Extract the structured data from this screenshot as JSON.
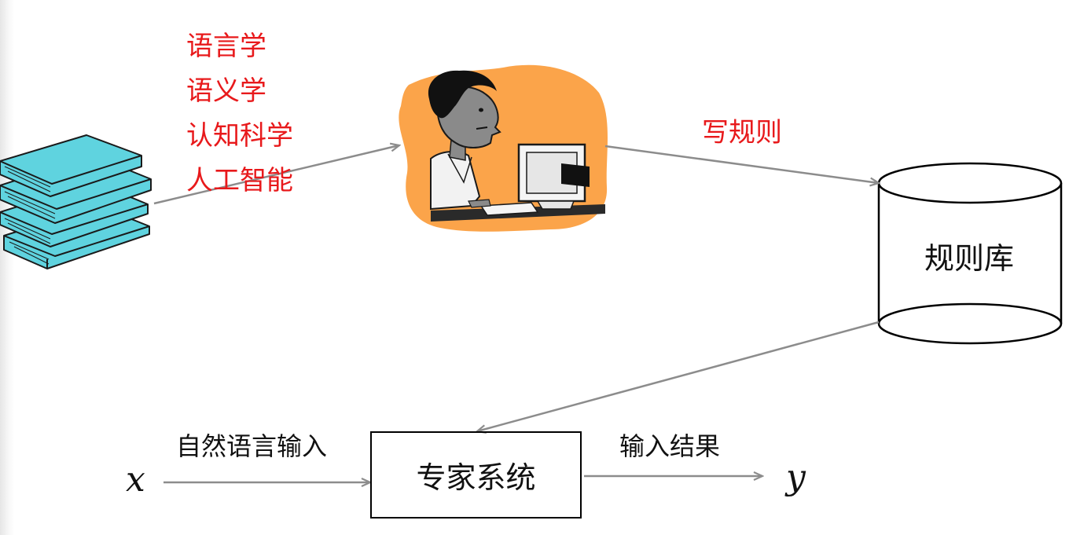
{
  "knowledge_fields": [
    "语言学",
    "语义学",
    "认知科学",
    "人工智能"
  ],
  "write_rules_label": "写规则",
  "rule_base_label": "规则库",
  "expert_system_label": "专家系统",
  "input_label": "自然语言输入",
  "output_label": "输入结果",
  "input_var": "x",
  "output_var": "y",
  "colors": {
    "red": "#e8191b",
    "arrow": "#8c8c8c",
    "book": "#5fd3df",
    "orange": "#fba44a"
  }
}
